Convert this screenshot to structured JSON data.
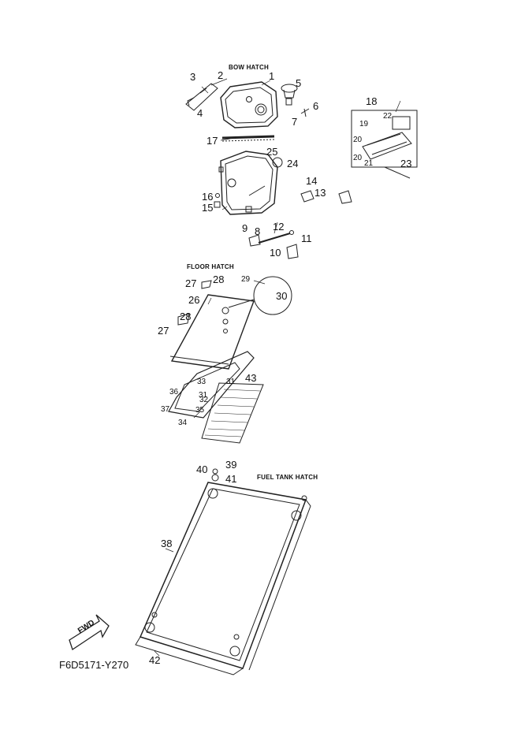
{
  "section_titles": {
    "bow_hatch": "BOW HATCH",
    "floor_hatch": "FLOOR HATCH",
    "fuel_tank_hatch": "FUEL TANK HATCH"
  },
  "part_numbers": {
    "p1": "1",
    "p2": "2",
    "p3": "3",
    "p4": "4",
    "p5": "5",
    "p6": "6",
    "p7": "7",
    "p8": "8",
    "p9": "9",
    "p10": "10",
    "p11": "11",
    "p12": "12",
    "p13": "13",
    "p14": "14",
    "p15": "15",
    "p16": "16",
    "p17": "17",
    "p18": "18",
    "p19": "19",
    "p20a": "20",
    "p20b": "20",
    "p21": "21",
    "p22": "22",
    "p23": "23",
    "p24": "24",
    "p25": "25",
    "p26": "26",
    "p27a": "27",
    "p27b": "27",
    "p28a": "28",
    "p28b": "28",
    "p29": "29",
    "p30": "30",
    "p31a": "31",
    "p31b": "31",
    "p32": "32",
    "p33": "33",
    "p34": "34",
    "p35": "35",
    "p36": "36",
    "p37": "37",
    "p38": "38",
    "p39": "39",
    "p40": "40",
    "p41": "41",
    "p42": "42",
    "p43": "43"
  },
  "fwd_label": "FWD",
  "diagram_code": "F6D5171-Y270"
}
